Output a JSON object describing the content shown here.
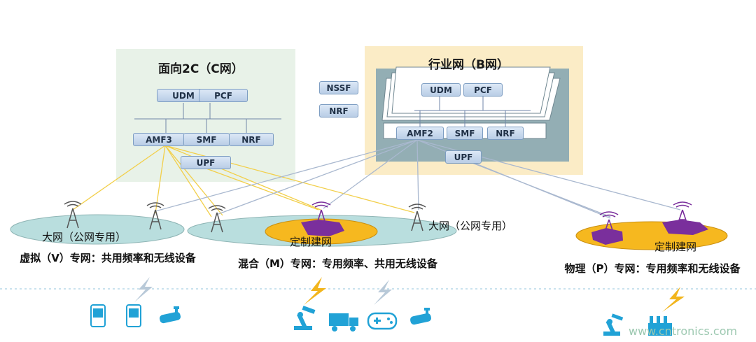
{
  "c_network": {
    "title": "面向2C（C网）",
    "nf_udm": "UDM",
    "nf_pcf": "PCF",
    "nf_amf": "AMF3",
    "nf_smf": "SMF",
    "nf_nrf": "NRF",
    "nf_upf": "UPF"
  },
  "shared": {
    "nssf": "NSSF",
    "nrf": "NRF"
  },
  "b_network": {
    "title": "行业网（B网）",
    "nf_udm": "UDM",
    "nf_pcf": "PCF",
    "nf_amf": "AMF2",
    "nf_smf": "SMF",
    "nf_nrf": "NRF",
    "nf_upf": "UPF"
  },
  "zones": {
    "public_left": "大网（公网专用）",
    "virtual_caption": "虚拟（V）专网：共用频率和无线设备",
    "custom_mid": "定制建网",
    "public_mid": "大网（公网专用）",
    "hybrid_caption": "混合（M）专网：专用频率、共用无线设备",
    "custom_right": "定制建网",
    "physical_caption": "物理（P）专网：专用频率和无线设备"
  },
  "watermark": "www.cntronics.com",
  "colors": {
    "c_panel": "#e8f2e8",
    "b_panel": "#fbecc6",
    "b_inner": "#93aeb4",
    "public_zone": "#b9dede",
    "custom_zone": "#f6b81f",
    "custom_core": "#7a2f9c",
    "c_link": "#f2cf4a",
    "b_link": "#a9b8cf",
    "device": "#21a2d6"
  }
}
